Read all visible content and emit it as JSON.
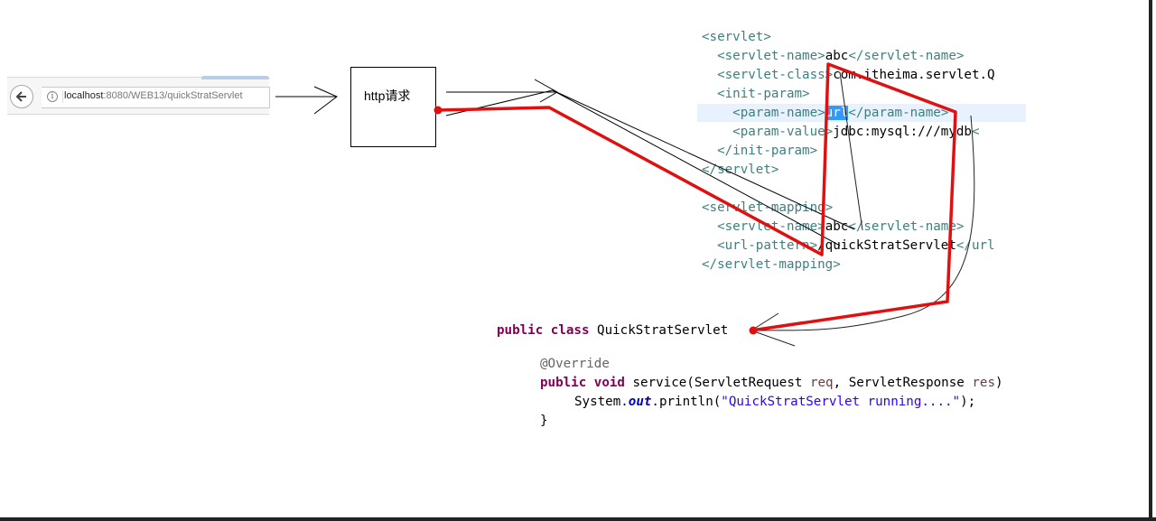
{
  "browser": {
    "url_host": "localhost",
    "url_rest": ":8080/WEB13/quickStratServlet",
    "back_icon": "arrow-left",
    "info_icon": "i"
  },
  "box_label": "http请求",
  "xml_lines": [
    "<servlet>",
    "  <servlet-name>abc</servlet-name>",
    "  <servlet-class>com.itheima.servlet.Q",
    "  <init-param>",
    "    <param-name>url</param-name>",
    "    <param-value>jdbc:mysql:///mydb<",
    "  </init-param>",
    "</servlet>",
    "",
    "<servlet-mapping>",
    "  <servlet-name>abc</servlet-name>",
    "  <url-pattern>/quickStratServlet</url",
    "</servlet-mapping>"
  ],
  "java": {
    "class_kw": "public class",
    "class_name": "QuickStratServlet",
    "annotation": "@Override",
    "method_kw": "public void",
    "method_sig": " service(",
    "arg1_type": "ServletRequest ",
    "arg1_name": "req",
    "comma": ", ",
    "arg2_type": "ServletResponse ",
    "arg2_name": "res",
    "close_paren": ")",
    "print_prefix": "System.",
    "print_field": "out",
    "print_mid": ".println(",
    "print_string": "\"QuickStratServlet running....\"",
    "print_end": ");",
    "brace": "}"
  },
  "colors": {
    "red_path": "#e01010",
    "xml_tag": "#3f7f7f",
    "keyword": "#7f0055",
    "selection": "#3399ff"
  }
}
